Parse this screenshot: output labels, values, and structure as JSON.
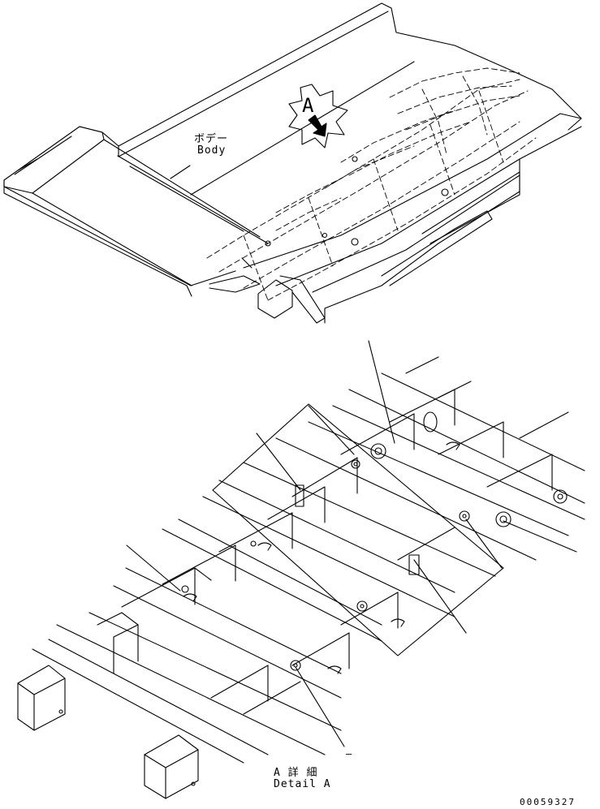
{
  "labels": {
    "body_jp": "ボデー",
    "body_en": "Body",
    "callout_letter": "A",
    "detail_jp": "A 詳 細",
    "detail_en": "Detail A",
    "dash_mark": "–",
    "drawing_number": "00059327"
  },
  "colors": {
    "ink": "#000000",
    "paper": "#ffffff"
  }
}
